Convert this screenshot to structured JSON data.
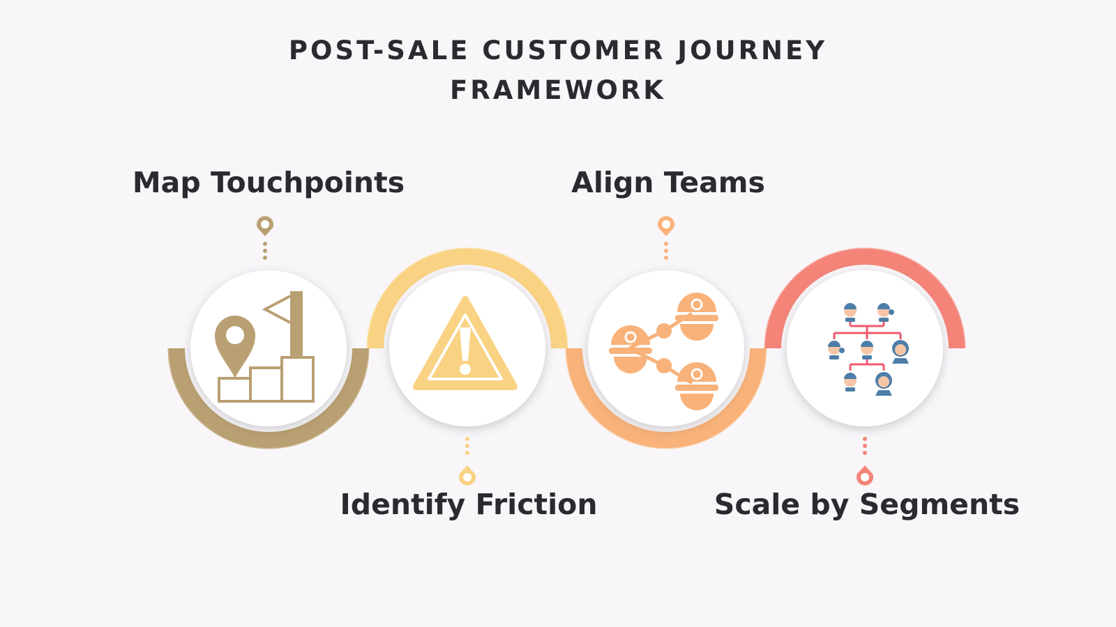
{
  "title": {
    "line1": "POST-SALE CUSTOMER JOURNEY",
    "line2": "FRAMEWORK"
  },
  "steps": [
    {
      "label": "Map Touchpoints",
      "icon": "map-flag-podium-icon",
      "color": "#b9a072"
    },
    {
      "label": "Identify Friction",
      "icon": "warning-triangle-icon",
      "color": "#f9d283"
    },
    {
      "label": "Align Teams",
      "icon": "connected-team-icon",
      "color": "#f8b27a"
    },
    {
      "label": "Scale by Segments",
      "icon": "segment-hierarchy-icon",
      "color": "#f48478"
    }
  ]
}
